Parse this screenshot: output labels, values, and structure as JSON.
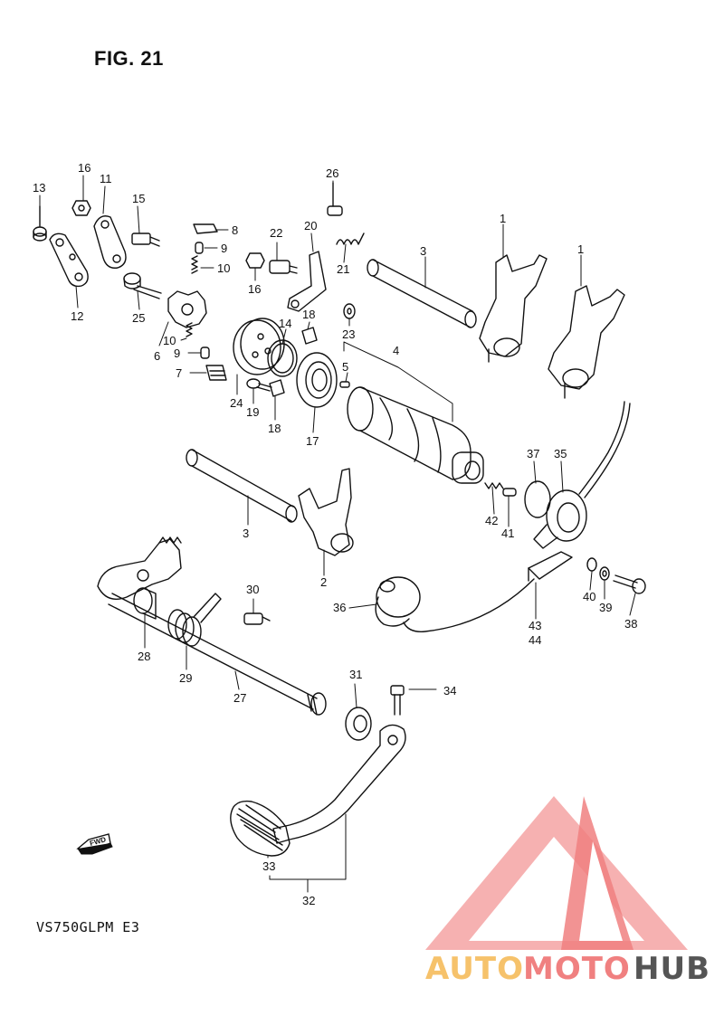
{
  "figure": {
    "title": "FIG. 21",
    "model": "VS750GLPM E3"
  },
  "fwd_label": "FWD",
  "watermark": {
    "brand_first": "AUTO",
    "brand_second": "MOTO",
    "brand_third": "HUB",
    "colors": {
      "accent": "#f08080",
      "dark": "#555555"
    }
  },
  "callouts": [
    {
      "id": "c1a",
      "text": "1"
    },
    {
      "id": "c1b",
      "text": "1"
    },
    {
      "id": "c2",
      "text": "2"
    },
    {
      "id": "c3a",
      "text": "3"
    },
    {
      "id": "c3b",
      "text": "3"
    },
    {
      "id": "c4",
      "text": "4"
    },
    {
      "id": "c5",
      "text": "5"
    },
    {
      "id": "c6",
      "text": "6"
    },
    {
      "id": "c7",
      "text": "7"
    },
    {
      "id": "c8",
      "text": "8"
    },
    {
      "id": "c9a",
      "text": "9"
    },
    {
      "id": "c9b",
      "text": "9"
    },
    {
      "id": "c10a",
      "text": "10"
    },
    {
      "id": "c10b",
      "text": "10"
    },
    {
      "id": "c11",
      "text": "11"
    },
    {
      "id": "c12",
      "text": "12"
    },
    {
      "id": "c13",
      "text": "13"
    },
    {
      "id": "c14",
      "text": "14"
    },
    {
      "id": "c15",
      "text": "15"
    },
    {
      "id": "c16a",
      "text": "16"
    },
    {
      "id": "c16b",
      "text": "16"
    },
    {
      "id": "c17",
      "text": "17"
    },
    {
      "id": "c18a",
      "text": "18"
    },
    {
      "id": "c18b",
      "text": "18"
    },
    {
      "id": "c19",
      "text": "19"
    },
    {
      "id": "c20",
      "text": "20"
    },
    {
      "id": "c21",
      "text": "21"
    },
    {
      "id": "c22",
      "text": "22"
    },
    {
      "id": "c23",
      "text": "23"
    },
    {
      "id": "c24",
      "text": "24"
    },
    {
      "id": "c25",
      "text": "25"
    },
    {
      "id": "c26",
      "text": "26"
    },
    {
      "id": "c27",
      "text": "27"
    },
    {
      "id": "c28",
      "text": "28"
    },
    {
      "id": "c29",
      "text": "29"
    },
    {
      "id": "c30",
      "text": "30"
    },
    {
      "id": "c31",
      "text": "31"
    },
    {
      "id": "c32",
      "text": "32"
    },
    {
      "id": "c33",
      "text": "33"
    },
    {
      "id": "c34",
      "text": "34"
    },
    {
      "id": "c35",
      "text": "35"
    },
    {
      "id": "c36",
      "text": "36"
    },
    {
      "id": "c37",
      "text": "37"
    },
    {
      "id": "c38",
      "text": "38"
    },
    {
      "id": "c39",
      "text": "39"
    },
    {
      "id": "c40",
      "text": "40"
    },
    {
      "id": "c41",
      "text": "41"
    },
    {
      "id": "c42",
      "text": "42"
    },
    {
      "id": "c43",
      "text": "43"
    },
    {
      "id": "c44",
      "text": "44"
    }
  ]
}
